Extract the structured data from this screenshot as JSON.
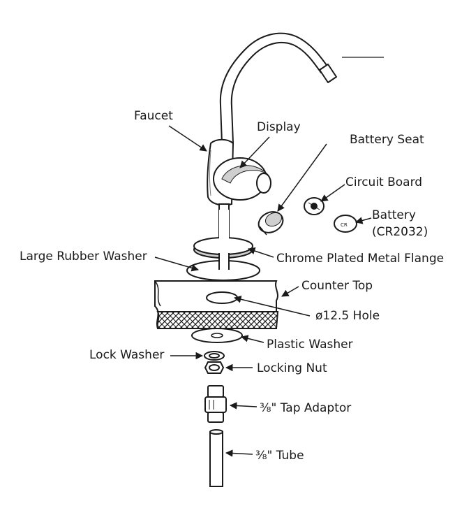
{
  "labels": {
    "faucet": "Faucet",
    "display": "Display",
    "battery_seat": "Battery Seat",
    "circuit_board": "Circuit Board",
    "battery": "Battery",
    "battery_model": "(CR2032)",
    "large_rubber_washer": "Large Rubber Washer",
    "chrome_flange": "Chrome Plated Metal Flange",
    "counter_top": "Counter Top",
    "hole": "ø12.5 Hole",
    "plastic_washer": "Plastic Washer",
    "lock_washer": "Lock Washer",
    "locking_nut": "Locking Nut",
    "tap_adaptor": "⅜\" Tap Adaptor",
    "tube": "⅜\" Tube"
  },
  "colors": {
    "line": "#1a1a1a",
    "fill": "#ffffff",
    "shade": "#cfcfcf"
  }
}
